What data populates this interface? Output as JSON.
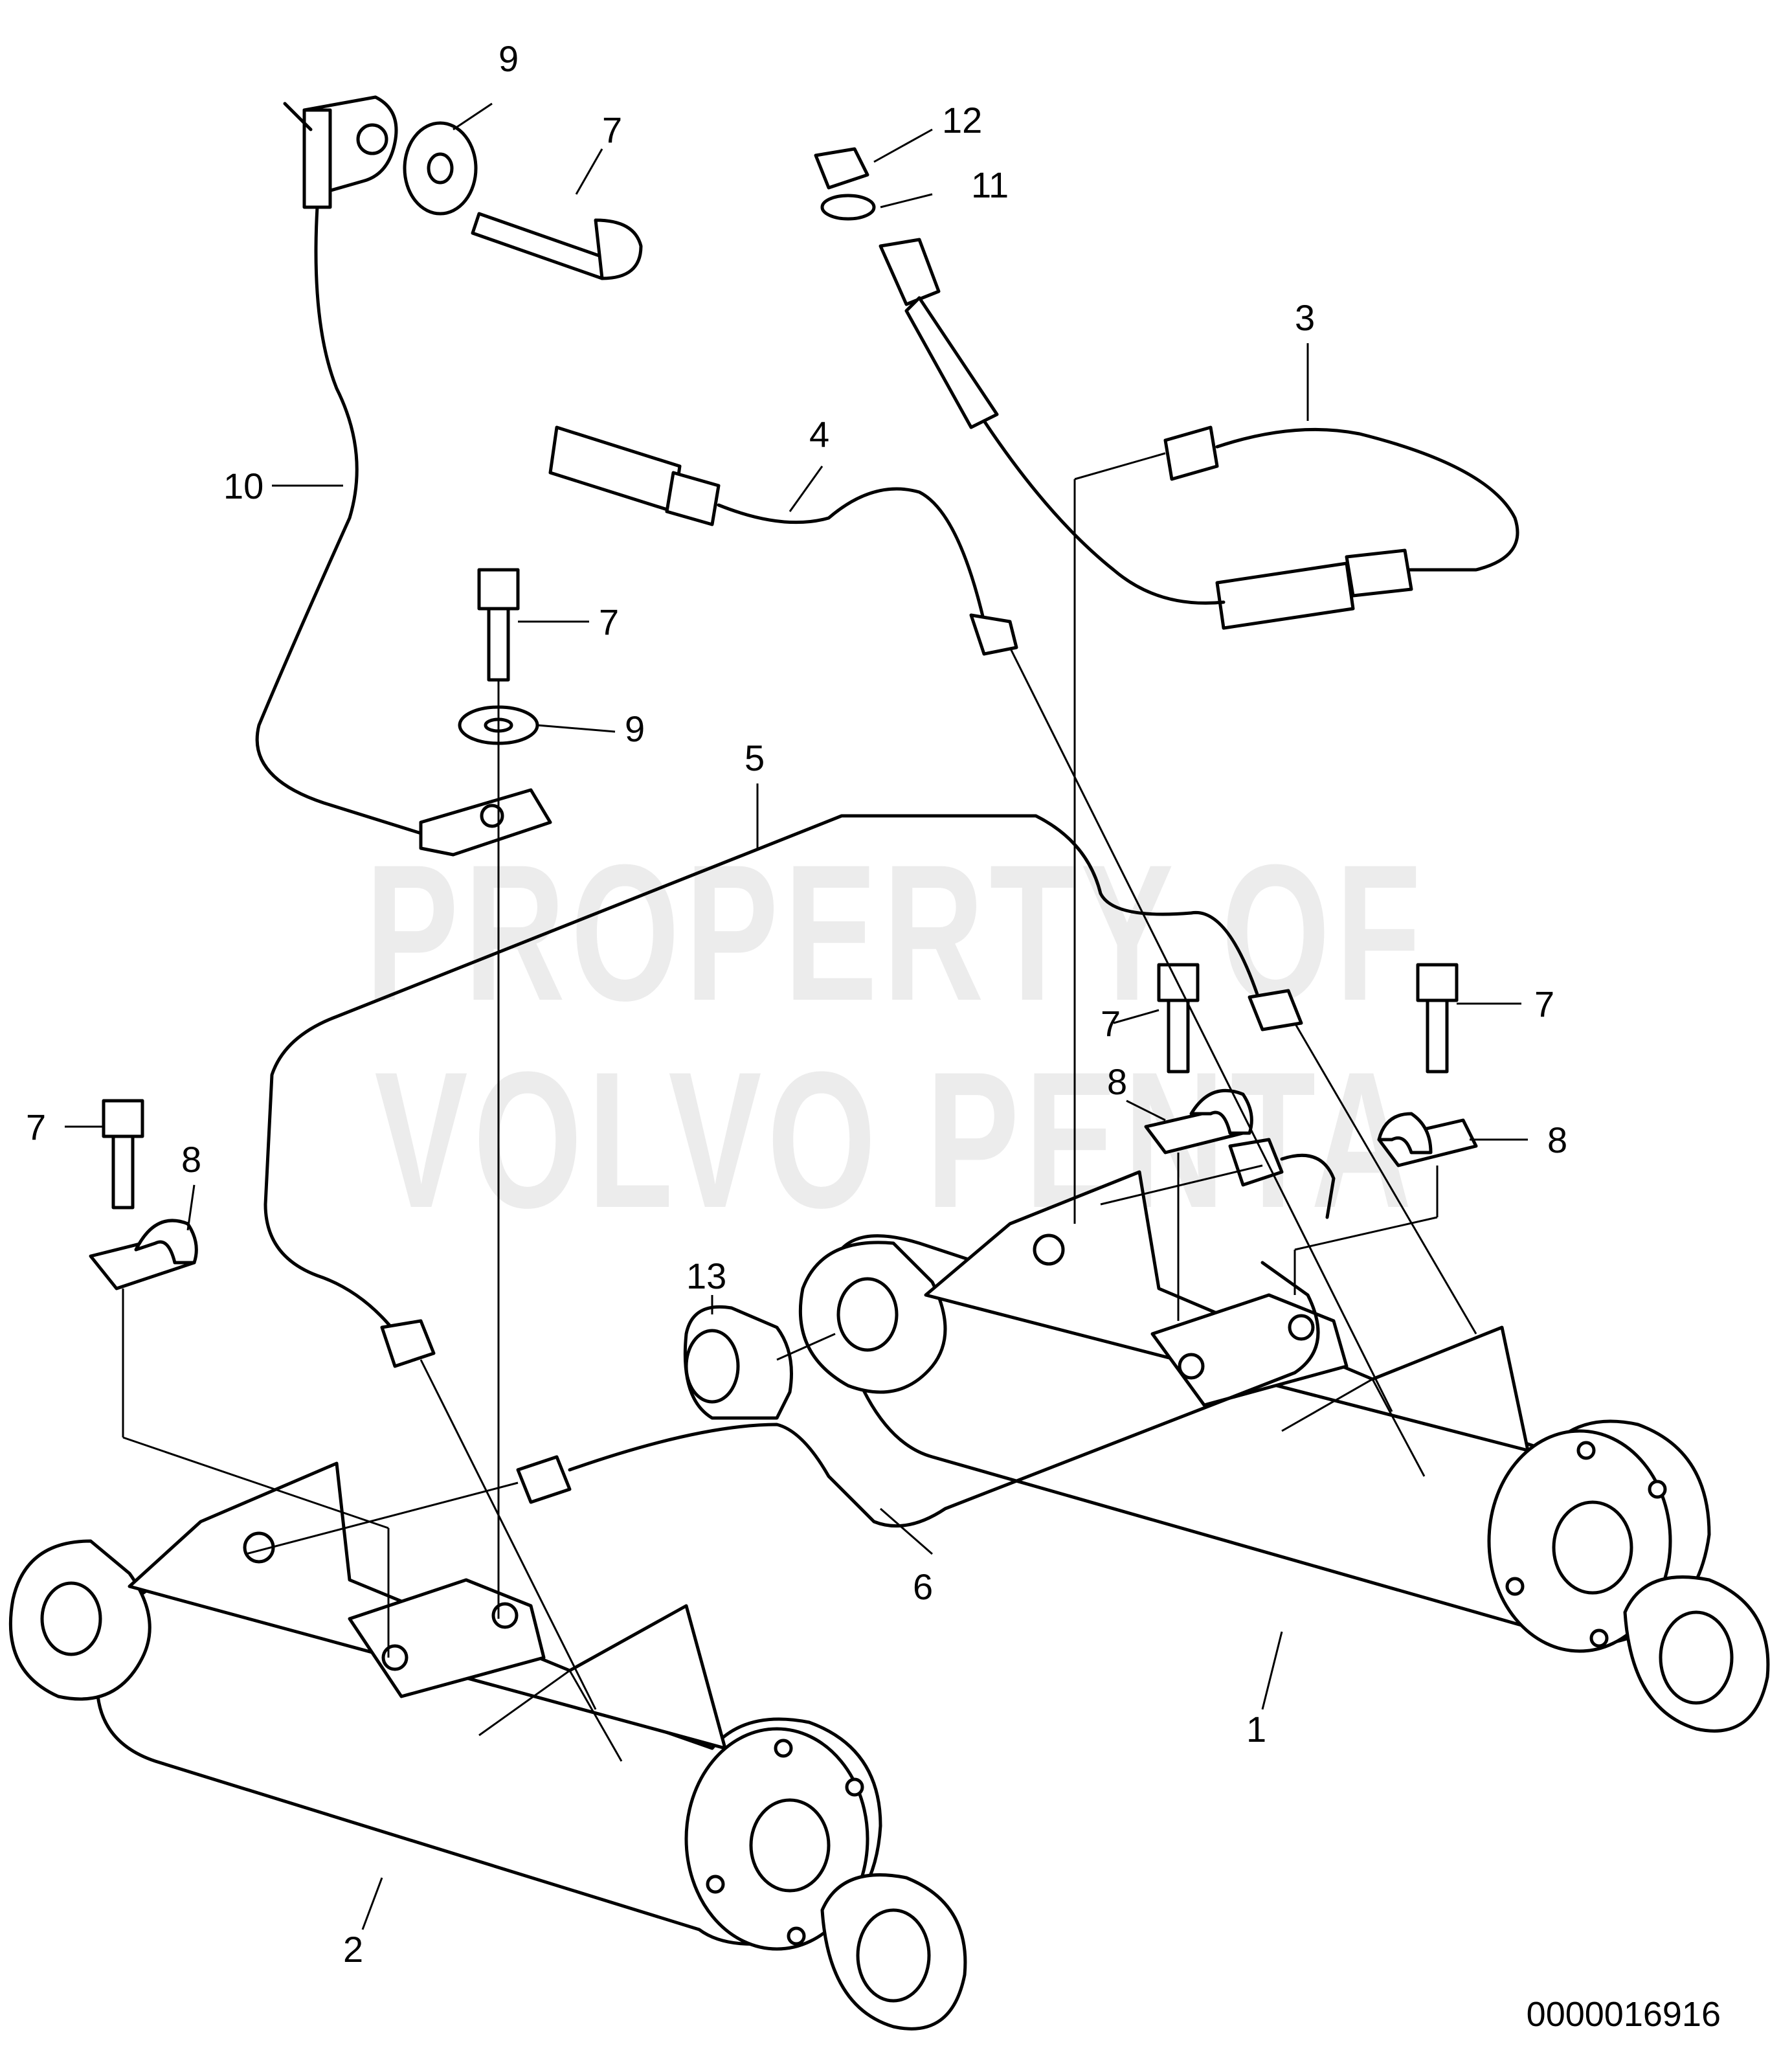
{
  "watermark": {
    "line1": "PROPERTY OF",
    "line2": "VOLVO PENTA"
  },
  "reference_number": "0000016916",
  "callouts": {
    "c1": "1",
    "c2": "2",
    "c3": "3",
    "c4": "4",
    "c5": "5",
    "c6": "6",
    "c7a": "7",
    "c7b": "7",
    "c7c": "7",
    "c7d": "7",
    "c7e": "7",
    "c8a": "8",
    "c8b": "8",
    "c8c": "8",
    "c9a": "9",
    "c9b": "9",
    "c10": "10",
    "c11": "11",
    "c12": "12",
    "c13": "13"
  }
}
